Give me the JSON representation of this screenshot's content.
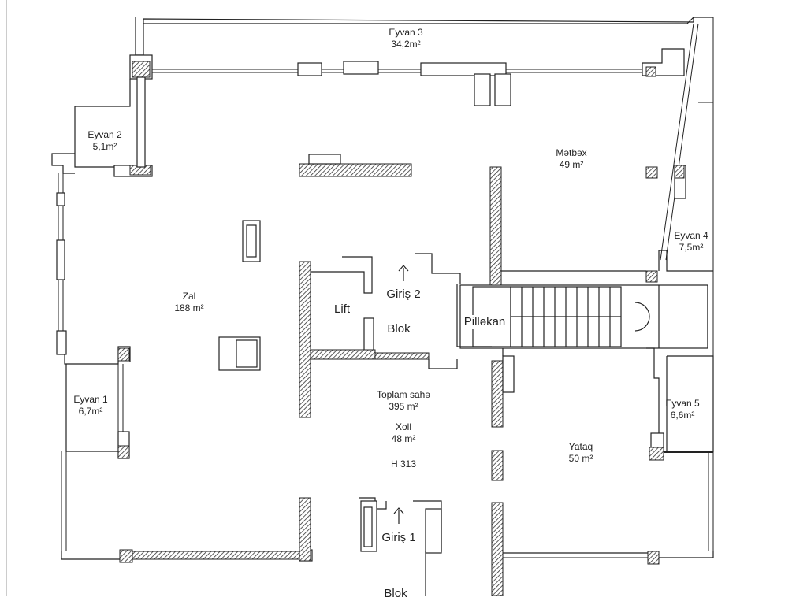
{
  "rooms": {
    "eyvan3": {
      "name": "Eyvan 3",
      "area": "34,2m²"
    },
    "eyvan2": {
      "name": "Eyvan 2",
      "area": "5,1m²"
    },
    "metbex": {
      "name": "Mətbəx",
      "area": "49 m²"
    },
    "eyvan4": {
      "name": "Eyvan 4",
      "area": "7,5m²"
    },
    "zal": {
      "name": "Zal",
      "area": "188 m²"
    },
    "eyvan1": {
      "name": "Eyvan 1",
      "area": "6,7m²"
    },
    "eyvan5": {
      "name": "Eyvan 5",
      "area": "6,6m²"
    },
    "yataq": {
      "name": "Yataq",
      "area": "50 m²"
    }
  },
  "labels": {
    "lift": "Lift",
    "giris2": "Giriş 2",
    "blok": "Blok",
    "pillekan": "Pilləkan",
    "toplam": "Toplam sahə",
    "toplam_area": "395 m²",
    "xoll": "Xoll",
    "xoll_area": "48 m²",
    "height": "H 313",
    "giris1": "Giriş 1",
    "blok_bottom": "Blok"
  },
  "colors": {
    "line": "#222222",
    "background": "#ffffff"
  }
}
